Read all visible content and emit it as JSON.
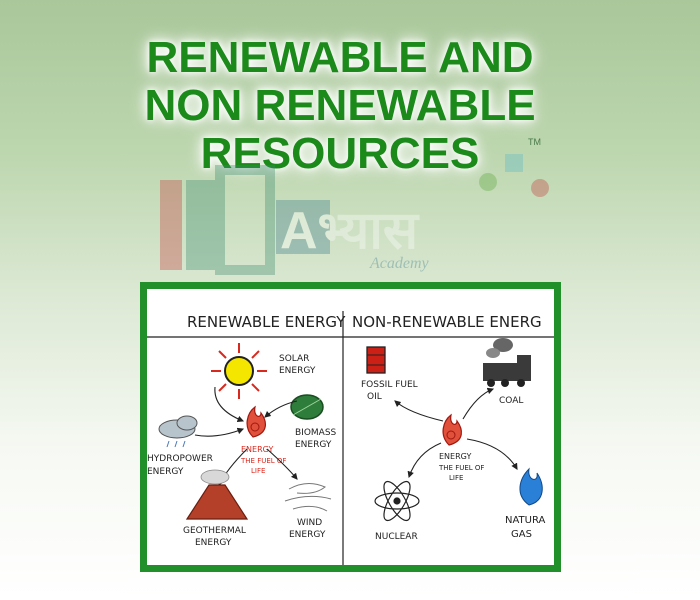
{
  "title": {
    "line1": "RENEWABLE AND",
    "line2": "NON RENEWABLE",
    "line3": "RESOURCES"
  },
  "watermark": {
    "brand": "Aभ्यास",
    "sub": "Academy",
    "trademark": "TM"
  },
  "poster": {
    "renewable_header": "RENEWABLE ENERGY",
    "nonrenewable_header": "NON-RENEWABLE ENERG",
    "left": {
      "solar": [
        "SOLAR",
        "ENERGY"
      ],
      "biomass": [
        "BIOMASS",
        "ENERGY"
      ],
      "hydro": [
        "HYDROPOWER",
        "ENERGY"
      ],
      "geothermal": [
        "GEOTHERMAL",
        "ENERGY"
      ],
      "wind": [
        "WIND",
        "ENERGY"
      ],
      "center": [
        "ENERGY",
        "THE FUEL OF",
        "LIFE"
      ]
    },
    "right": {
      "fossil": [
        "FOSSIL FUEL",
        "OIL"
      ],
      "coal": "COAL",
      "nuclear": "NUCLEAR",
      "gas": [
        "NATURA",
        "GAS"
      ],
      "center": [
        "ENERGY",
        "THE FUEL OF",
        "LIFE"
      ]
    }
  },
  "colors": {
    "title_green": "#1b8a1b",
    "frame_green": "#22902a",
    "fire_red": "#d9281e",
    "sun_yellow": "#f5e600",
    "gas_blue": "#2a7fd6"
  }
}
